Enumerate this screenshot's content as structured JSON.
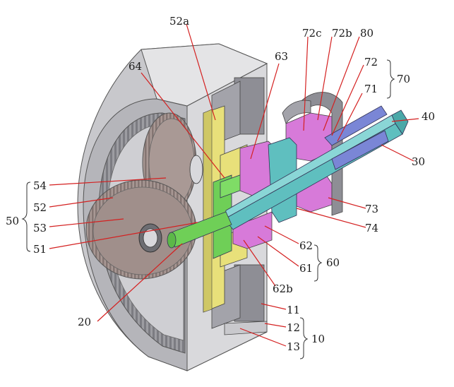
{
  "figure": {
    "labels": {
      "l52a": "52a",
      "l64": "64",
      "l63": "63",
      "l72c": "72c",
      "l72b": "72b",
      "l80": "80",
      "l72": "72",
      "l70": "70",
      "l71": "71",
      "l40": "40",
      "l30": "30",
      "l54": "54",
      "l52": "52",
      "l50": "50",
      "l53": "53",
      "l51": "51",
      "l73": "73",
      "l74": "74",
      "l62": "62",
      "l60": "60",
      "l61": "61",
      "l62b": "62b",
      "l20": "20",
      "l11": "11",
      "l12": "12",
      "l10": "10",
      "l13": "13"
    },
    "colors": {
      "housing": "#bdbdc2",
      "housing_dark": "#8d8d94",
      "gear": "#9a8a86",
      "yellow_part": "#e8e07a",
      "green_part": "#6fcf57",
      "magenta_part": "#d77ad9",
      "teal_part": "#5fbfbf",
      "blue_part": "#7a86d6",
      "leader": "#d42020"
    }
  }
}
